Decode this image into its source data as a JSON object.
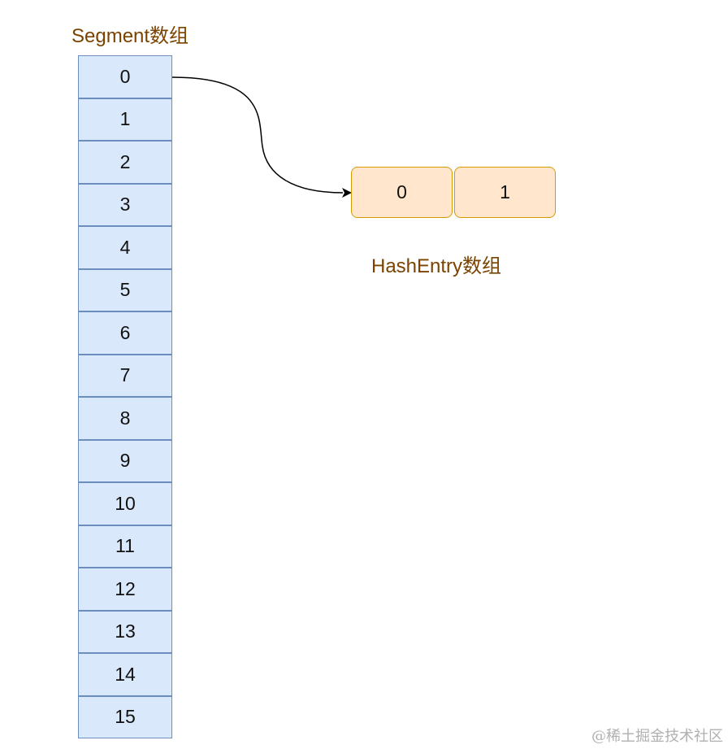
{
  "segment": {
    "title": "Segment数组",
    "cells": [
      "0",
      "1",
      "2",
      "3",
      "4",
      "5",
      "6",
      "7",
      "8",
      "9",
      "10",
      "11",
      "12",
      "13",
      "14",
      "15"
    ],
    "fill": "#dae8fc",
    "stroke": "#6c8ebf"
  },
  "hashentry": {
    "title": "HashEntry数组",
    "cells": [
      "0",
      "1"
    ],
    "fill": "#ffe6cc",
    "stroke": "#d79b00"
  },
  "label_color": "#7a4300",
  "watermark": "@稀土掘金技术社区"
}
